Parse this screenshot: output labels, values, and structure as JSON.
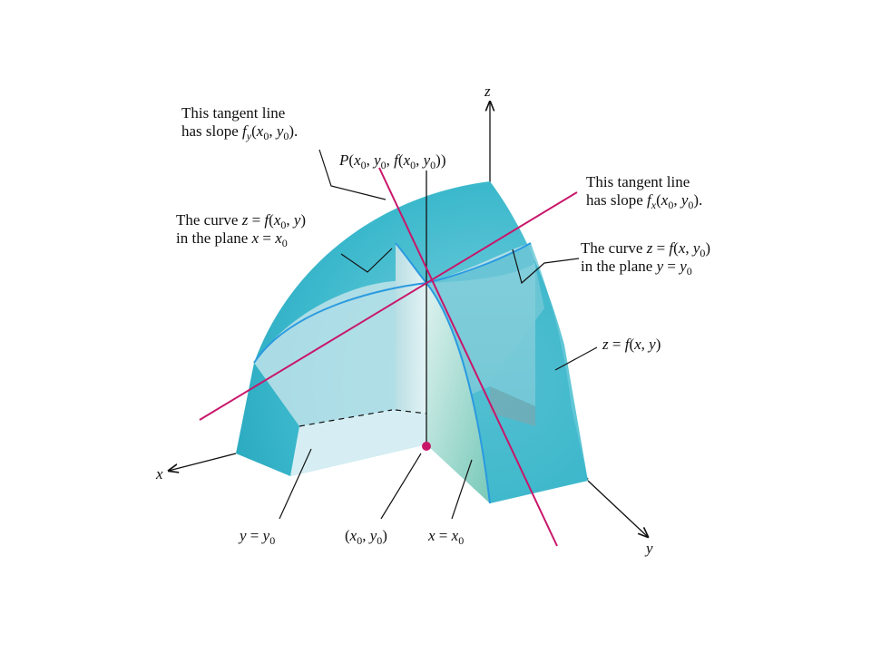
{
  "colors": {
    "surface": "#3bb8cc",
    "surface_dark": "#1e9fb6",
    "plane_light": "#cfe9ee",
    "tangent": "#c8166a",
    "curve": "#2a9ae0",
    "point": "#c8166a"
  },
  "axes": {
    "x": "x",
    "y": "y",
    "z": "z"
  },
  "labels": {
    "tangent_y": {
      "line1": "This tangent line",
      "line2_pre": "has slope ",
      "f": "f",
      "fsub": "y",
      "open": "(",
      "x": "x",
      "xsub": "0",
      "comma": ", ",
      "y": "y",
      "ysub": "0",
      "close": ")."
    },
    "point_P": {
      "P": "P",
      "open": "(",
      "x": "x",
      "xsub": "0",
      "comma1": ", ",
      "y": "y",
      "ysub": "0",
      "comma2": ", ",
      "f": "f",
      "open2": "(",
      "x2": "x",
      "x2sub": "0",
      "comma3": ", ",
      "y2": "y",
      "y2sub": "0",
      "close": "))"
    },
    "tangent_x": {
      "line1": "This tangent line",
      "line2_pre": "has slope ",
      "f": "f",
      "fsub": "x",
      "open": "(",
      "x": "x",
      "xsub": "0",
      "comma": ", ",
      "y": "y",
      "ysub": "0",
      "close": ")."
    },
    "curve_x0": {
      "line1_pre": "The curve ",
      "z": "z",
      "eq": " = ",
      "f": "f",
      "open": "(",
      "x": "x",
      "xsub": "0",
      "comma": ", ",
      "y": "y",
      "close": ")",
      "line2_pre": "in the plane ",
      "px": "x",
      "peq": " = ",
      "px0": "x",
      "px0sub": "0"
    },
    "curve_y0": {
      "line1_pre": "The curve ",
      "z": "z",
      "eq": " = ",
      "f": "f",
      "open": "(",
      "x": "x",
      "comma": ", ",
      "y": "y",
      "ysub": "0",
      "close": ")",
      "line2_pre": "in the plane ",
      "py": "y",
      "peq": " = ",
      "py0": "y",
      "py0sub": "0"
    },
    "surface": {
      "z": "z",
      "eq": " = ",
      "f": "f",
      "open": "(",
      "x": "x",
      "comma": ", ",
      "y": "y",
      "close": ")"
    },
    "plane_y0": {
      "y": "y",
      "eq": " = ",
      "y0": "y",
      "sub": "0"
    },
    "point_base": {
      "open": "(",
      "x": "x",
      "xsub": "0",
      "comma": ", ",
      "y": "y",
      "ysub": "0",
      "close": ")"
    },
    "plane_x0": {
      "x": "x",
      "eq": " = ",
      "x0": "x",
      "sub": "0"
    }
  }
}
